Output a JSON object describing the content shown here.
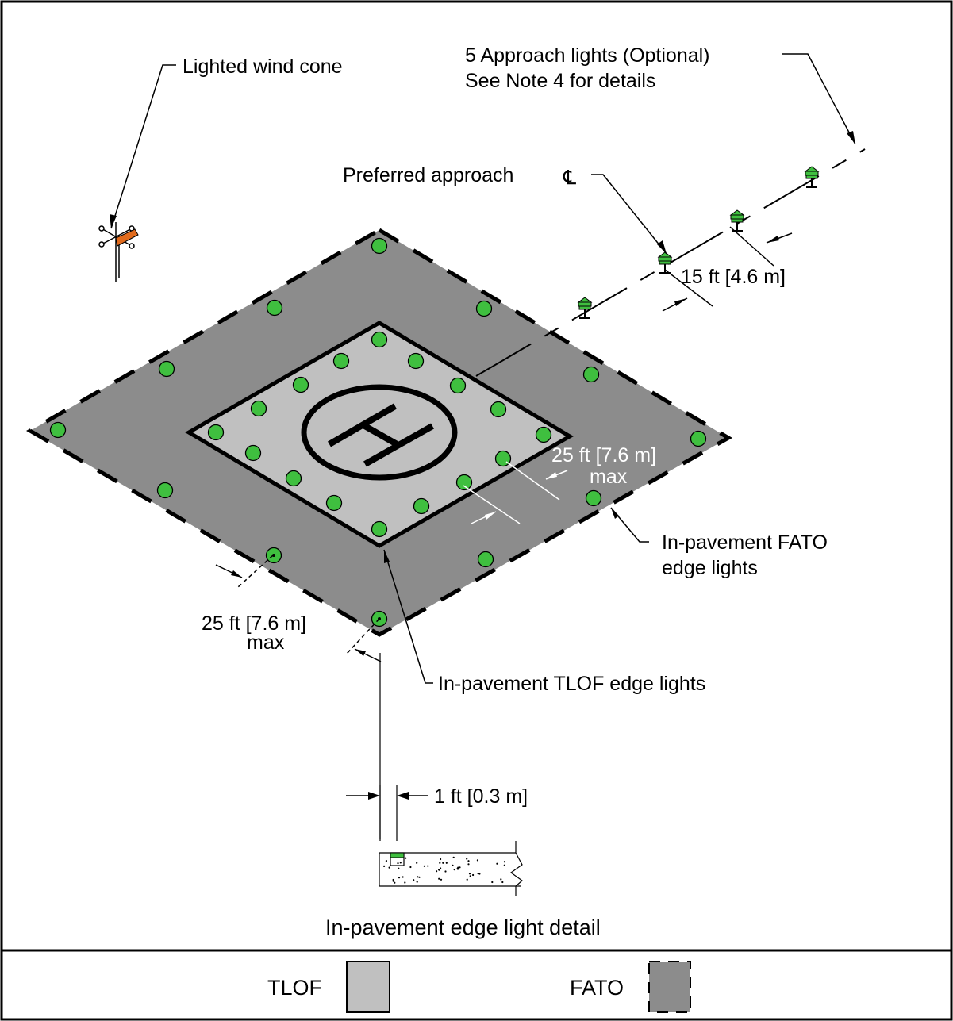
{
  "labels": {
    "wind_cone": "Lighted wind cone",
    "approach_lights_1": "5 Approach lights (Optional)",
    "approach_lights_2": "See Note 4 for details",
    "preferred_approach": "Preferred approach",
    "centerline_symbol": "℄",
    "approach_spacing": "15 ft [4.6 m]",
    "tlof_spacing_1": "25 ft [7.6 m]",
    "tlof_spacing_2": "max",
    "fato_spacing_1": "25 ft [7.6 m]",
    "fato_spacing_2": "max",
    "fato_lights_1": "In-pavement FATO",
    "fato_lights_2": "edge lights",
    "tlof_lights": "In-pavement  TLOF edge lights",
    "detail_offset": "1 ft [0.3 m]",
    "detail_title": "In-pavement edge light detail"
  },
  "legend": {
    "tlof": "TLOF",
    "fato": "FATO"
  },
  "colors": {
    "fato_fill": "#8c8c8c",
    "tlof_fill": "#c0c0c0",
    "light_green": "#3fbf3f",
    "wind_cone_orange": "#e06a1c",
    "frame": "#000000"
  }
}
